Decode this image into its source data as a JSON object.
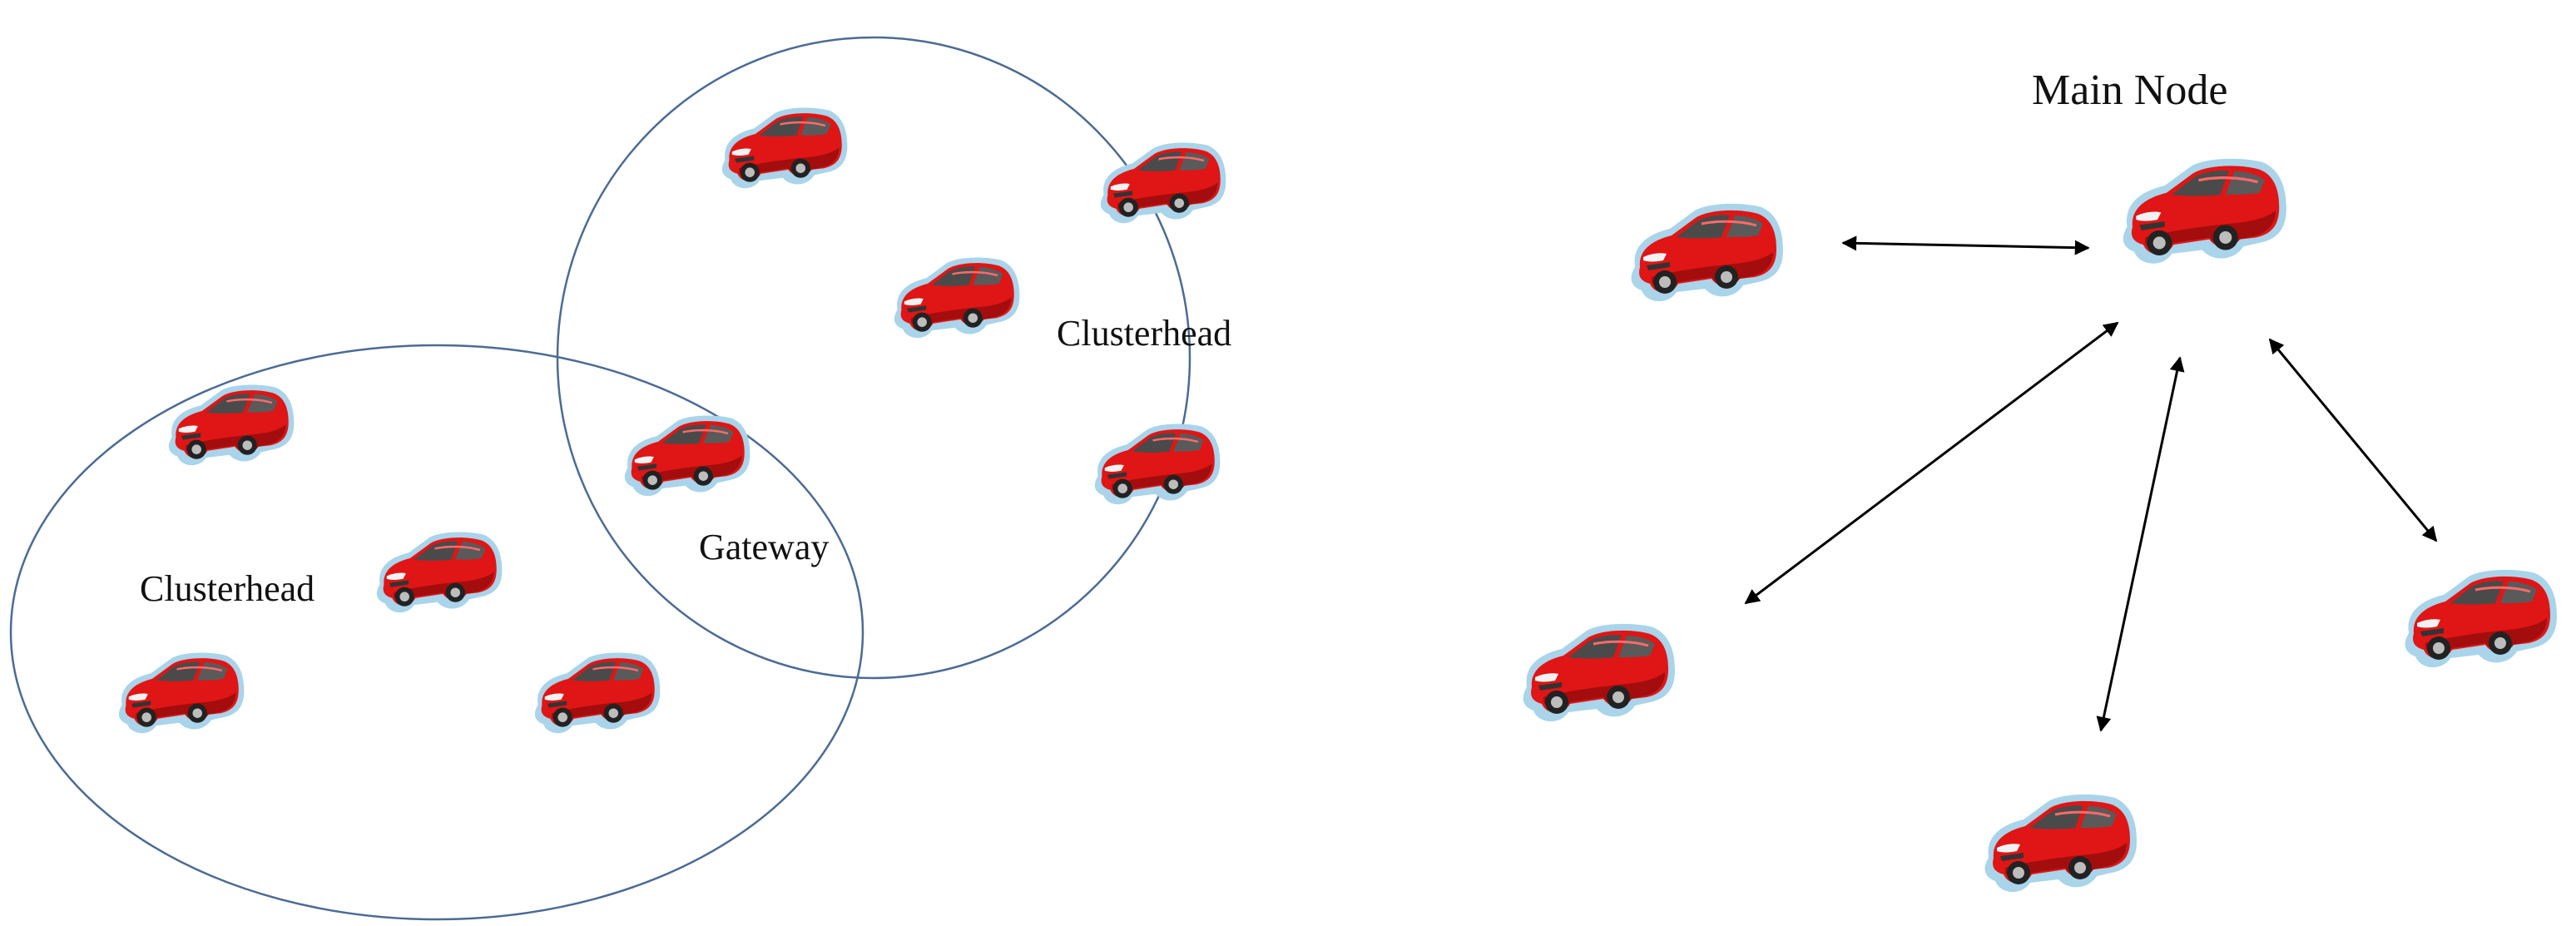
{
  "labels": {
    "clusterhead_right": "Clusterhead",
    "clusterhead_left": "Clusterhead",
    "gateway": "Gateway",
    "main_node": "Main Node"
  },
  "icons": {
    "vehicle": "car-icon"
  },
  "colors": {
    "car_body": "#e01515",
    "car_shadow": "#a30d0d",
    "car_glow": "#a9d4ea",
    "cluster_outline": "#4b6b94",
    "arrow": "#000000"
  }
}
